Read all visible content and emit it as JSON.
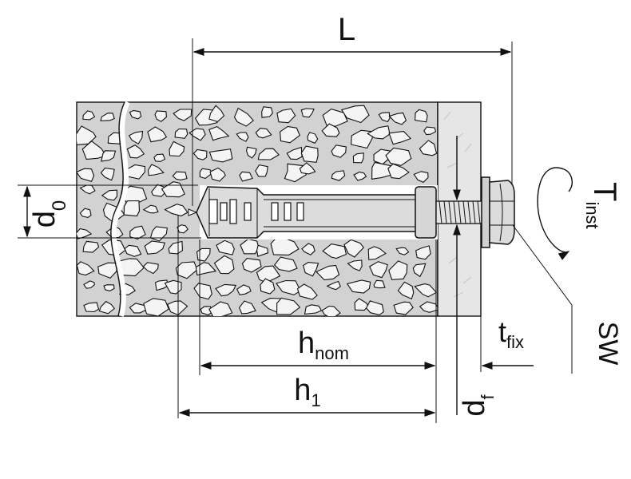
{
  "labels": {
    "L": "L",
    "h_nom_main": "h",
    "h_nom_sub": "nom",
    "h1_main": "h",
    "h1_sub": "1",
    "t_fix_main": "t",
    "t_fix_sub": "fix",
    "d0_main": "d",
    "d0_sub": "0",
    "df_main": "d",
    "df_sub": "f",
    "T_inst_main": "T",
    "T_inst_sub": "inst",
    "SW": "SW"
  },
  "colors": {
    "concrete": "#d2d2d2",
    "stone": "#f4f4f4",
    "fixture": "#e6e6e6",
    "steel": "#dcdcdc",
    "ink": "#111111"
  }
}
